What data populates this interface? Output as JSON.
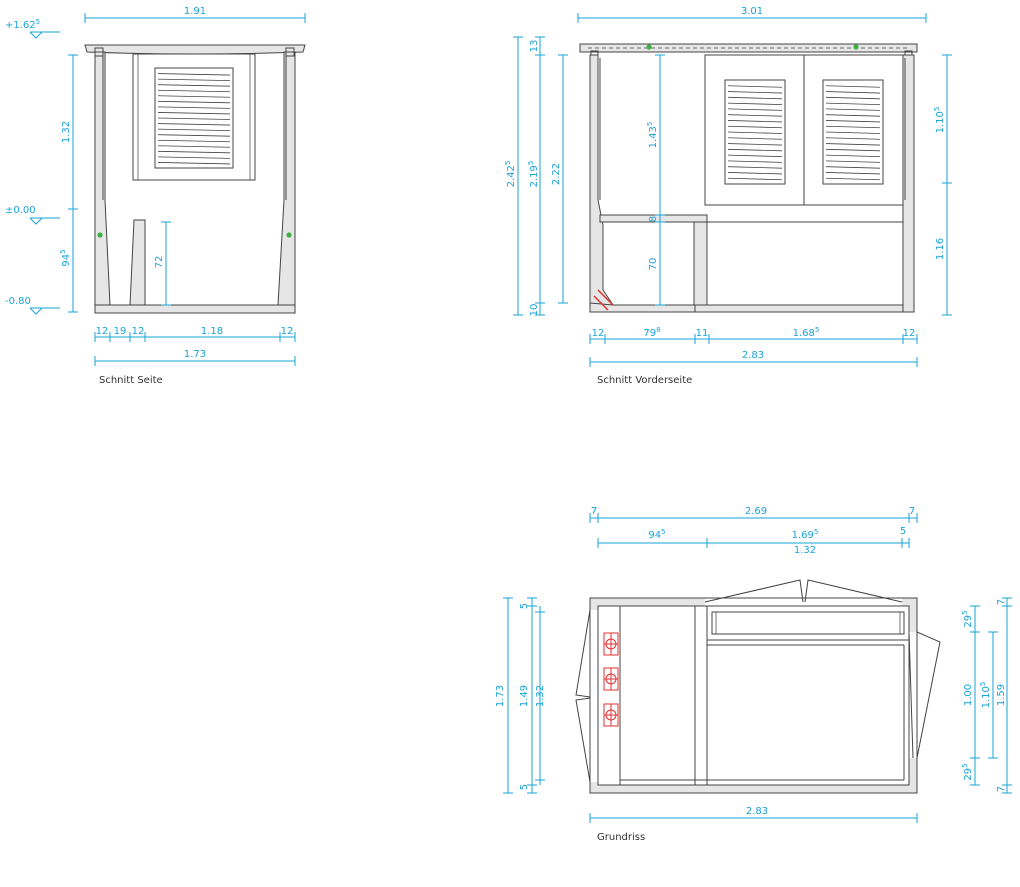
{
  "captions": {
    "side": "Schnitt Seite",
    "front": "Schnitt Vorderseite",
    "plan": "Grundriss"
  },
  "side": {
    "width_top": "1.91",
    "level_top": "+1.62",
    "level_top_sup": "5",
    "level_zero": "±0.00",
    "level_bottom": "-0.80",
    "h_upper": "1.32",
    "h_lower": "94",
    "h_lower_sup": "5",
    "h_inner": "72",
    "seg1": "12",
    "seg2": "19",
    "seg3": "12",
    "seg4": "1.18",
    "seg5": "12",
    "width_bottom": "1.73"
  },
  "front": {
    "width_top": "3.01",
    "h_roof": "13",
    "h_total": "2.42",
    "h_total_sup": "5",
    "h_mid": "2.19",
    "h_mid_sup": "5",
    "h_wall": "2.22",
    "h_base": "10",
    "h_upper_inner": "1.43",
    "h_upper_inner_sup": "5",
    "h_slab": "8",
    "h_lower_inner": "70",
    "h_right_upper": "1.10",
    "h_right_upper_sup": "5",
    "h_right_lower": "1.16",
    "seg1": "12",
    "seg2": "79",
    "seg2_sup": "8",
    "seg3": "11",
    "seg4": "1.68",
    "seg4_sup": "5",
    "seg5": "12",
    "width_bottom": "2.83"
  },
  "plan": {
    "top_left": "7",
    "top_mid": "2.69",
    "top_right": "7",
    "row2_left": "94",
    "row2_left_sup": "5",
    "row2_right": "1.69",
    "row2_right_sup": "5",
    "row2_small": "5",
    "row2_under": "1.32",
    "left_outer": "1.73",
    "left_mid": "1.49",
    "left_inner": "1.32",
    "left_top": "5",
    "left_bottom": "5",
    "right_a": "29",
    "right_a_sup": "5",
    "right_b": "1.00",
    "right_c": "1.10",
    "right_c_sup": "5",
    "right_d": "1.59",
    "right_e": "29",
    "right_e_sup": "5",
    "right_top": "7",
    "right_bottom": "7",
    "width_bottom": "2.83"
  },
  "colors": {
    "dimension": "#1aa3d9",
    "wall_fill": "#e6e6e6",
    "line": "#444444",
    "marker_green": "#3cb043",
    "highlight_red": "#e03030"
  }
}
